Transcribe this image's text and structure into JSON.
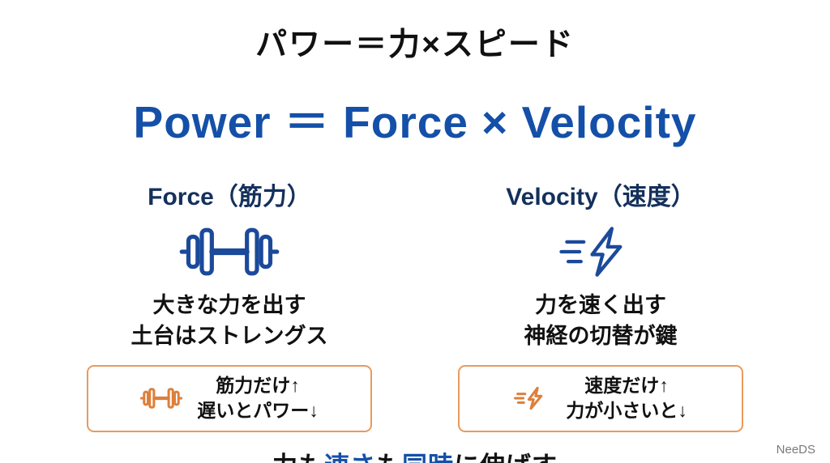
{
  "slide": {
    "title": "パワー＝力×スピード",
    "equation": "Power ＝ Force × Velocity",
    "columns": [
      {
        "header": "Force（筋力）",
        "icon": "dumbbell-icon",
        "desc_line1": "大きな力を出す",
        "desc_line2": "土台はストレングス",
        "callout": {
          "icon": "dumbbell-icon",
          "line1": "筋力だけ↑",
          "line2": "遅いとパワー↓"
        }
      },
      {
        "header": "Velocity（速度）",
        "icon": "lightning-icon",
        "desc_line1": "力を速く出す",
        "desc_line2": "神経の切替が鍵",
        "callout": {
          "icon": "lightning-icon",
          "line1": "速度だけ↑",
          "line2": "力が小さいと↓"
        }
      }
    ],
    "footer": {
      "segments": [
        {
          "text": "力も",
          "color": "#111111"
        },
        {
          "text": "速さ",
          "color": "#1450a8"
        },
        {
          "text": "も",
          "color": "#111111"
        },
        {
          "text": "同時",
          "color": "#1450a8"
        },
        {
          "text": "に伸ばす",
          "color": "#111111"
        }
      ]
    },
    "watermark": "NeeDS",
    "colors": {
      "heading_blue": "#1450a8",
      "header_navy": "#14305c",
      "icon_blue": "#1b4a9b",
      "callout_border_orange": "#e99a5d",
      "icon_orange": "#dd7f3b",
      "text_black": "#111111",
      "watermark_gray": "#7a7a7a"
    }
  }
}
